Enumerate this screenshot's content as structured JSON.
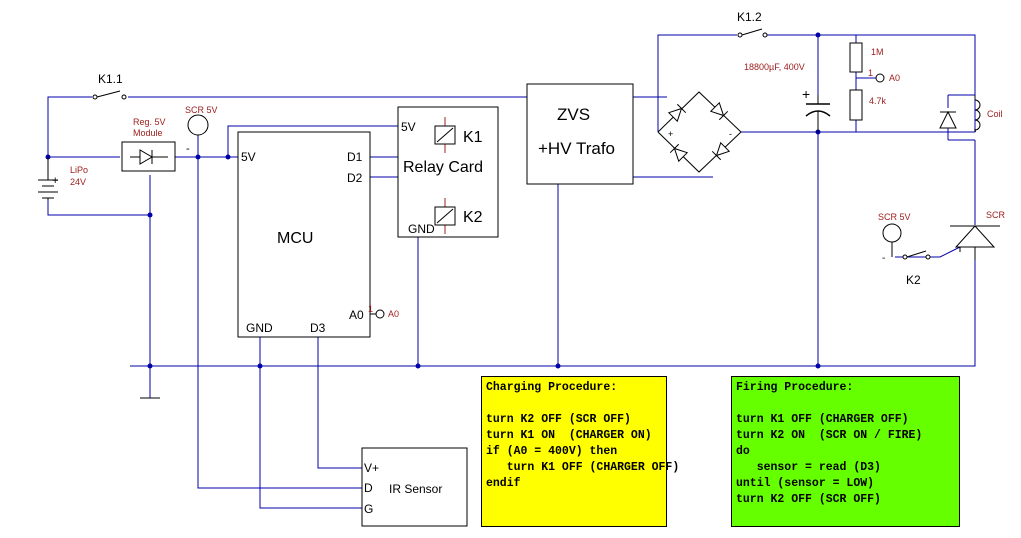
{
  "labels": {
    "k1_1": "K1.1",
    "k1_2": "K1.2",
    "k2": "K2",
    "reg_line1": "Reg. 5V",
    "reg_line2": "Module",
    "scr5v_top": "SCR 5V",
    "scr5v_right": "SCR 5V",
    "lipo_line1": "LiPo",
    "lipo_line2": "24V",
    "mcu": "MCU",
    "mcu_5v": "5V",
    "mcu_d1": "D1",
    "mcu_d2": "D2",
    "mcu_gnd": "GND",
    "mcu_d3": "D3",
    "mcu_a0": "A0",
    "relay_5v": "5V",
    "relay_card": "Relay Card",
    "relay_gnd": "GND",
    "k1": "K1",
    "k2_coil": "K2",
    "zvs_line1": "ZVS",
    "zvs_line2": "+HV Trafo",
    "cap_value": "18800µF, 400V",
    "r_1m": "1M",
    "r_4k7": "4.7k",
    "a0_probe": "A0",
    "a0_probe_mcu": "A0",
    "coil": "Coil",
    "scr": "SCR",
    "ir_vplus": "V+",
    "ir_d": "D",
    "ir_g": "G",
    "ir_sensor": "IR Sensor",
    "pin_one": "1",
    "plus": "+",
    "minus": "-"
  },
  "charging": {
    "title": "Charging Procedure:",
    "lines": [
      "",
      "turn K2 OFF (SCR OFF)",
      "turn K1 ON  (CHARGER ON)",
      "if (A0 = 400V) then",
      "   turn K1 OFF (CHARGER OFF)",
      "endif"
    ]
  },
  "firing": {
    "title": "Firing Procedure:",
    "lines": [
      "",
      "turn K1 OFF (CHARGER OFF)",
      "turn K2 ON  (SCR ON / FIRE)",
      "do",
      "   sensor = read (D3)",
      "until (sensor = LOW)",
      "turn K2 OFF (SCR OFF)"
    ]
  },
  "colors": {
    "wire": "#0000aa",
    "component": "#000000",
    "annotation": "#a02020",
    "charging_bg": "#ffff00",
    "firing_bg": "#66ff00"
  }
}
